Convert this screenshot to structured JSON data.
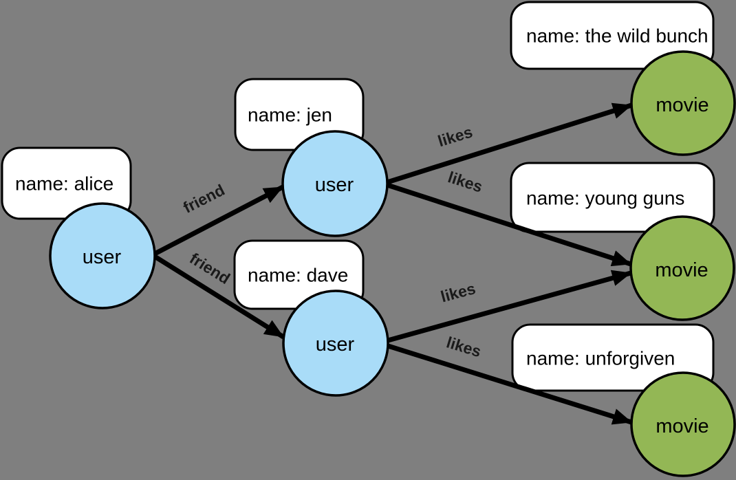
{
  "diagram": {
    "description": "property graph of users and movies",
    "colors": {
      "background": "#7F7F7F",
      "user_node_fill": "#A9DCF8",
      "movie_node_fill": "#93B755",
      "property_box_fill": "#FFFFFF",
      "line_color": "#000000",
      "text_color": "#000000"
    },
    "nodes": [
      {
        "id": "alice",
        "type": "user",
        "label": "user",
        "property": "name: alice"
      },
      {
        "id": "jen",
        "type": "user",
        "label": "user",
        "property": "name: jen"
      },
      {
        "id": "dave",
        "type": "user",
        "label": "user",
        "property": "name: dave"
      },
      {
        "id": "wild-bunch",
        "type": "movie",
        "label": "movie",
        "property": "name: the wild bunch"
      },
      {
        "id": "young-guns",
        "type": "movie",
        "label": "movie",
        "property": "name: young guns"
      },
      {
        "id": "unforgiven",
        "type": "movie",
        "label": "movie",
        "property": "name: unforgiven"
      }
    ],
    "edges": [
      {
        "from": "alice",
        "to": "jen",
        "label": "friend"
      },
      {
        "from": "alice",
        "to": "dave",
        "label": "friend"
      },
      {
        "from": "jen",
        "to": "wild-bunch",
        "label": "likes"
      },
      {
        "from": "jen",
        "to": "young-guns",
        "label": "likes"
      },
      {
        "from": "dave",
        "to": "young-guns",
        "label": "likes"
      },
      {
        "from": "dave",
        "to": "unforgiven",
        "label": "likes"
      }
    ]
  }
}
